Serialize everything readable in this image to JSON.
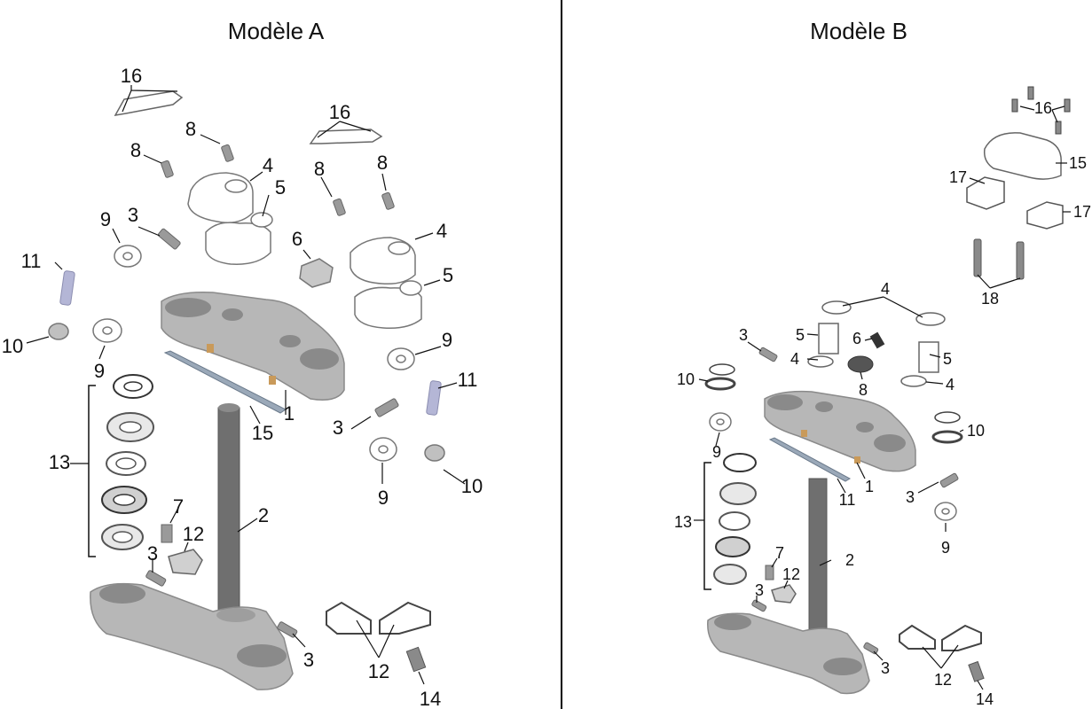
{
  "panels": [
    {
      "title": "Modèle A",
      "callouts": [
        "16",
        "16",
        "8",
        "8",
        "8",
        "8",
        "4",
        "4",
        "5",
        "5",
        "3",
        "3",
        "3",
        "3",
        "9",
        "9",
        "9",
        "9",
        "6",
        "11",
        "11",
        "10",
        "10",
        "13",
        "15",
        "1",
        "2",
        "7",
        "12",
        "12",
        "14"
      ]
    },
    {
      "title": "Modèle B",
      "callouts": [
        "16",
        "15",
        "17",
        "17",
        "18",
        "4",
        "5",
        "5",
        "4",
        "4",
        "3",
        "3",
        "3",
        "3",
        "6",
        "8",
        "10",
        "10",
        "9",
        "9",
        "1",
        "11",
        "13",
        "7",
        "12",
        "12",
        "2",
        "14"
      ]
    }
  ],
  "colors": {
    "part_fill": "#b7b7b7",
    "part_dark": "#8a8a8a",
    "outline_part": "#ffffff",
    "outline_stroke": "#777777",
    "bolt_blue": "#b4b6d6",
    "divider": "#000000"
  }
}
